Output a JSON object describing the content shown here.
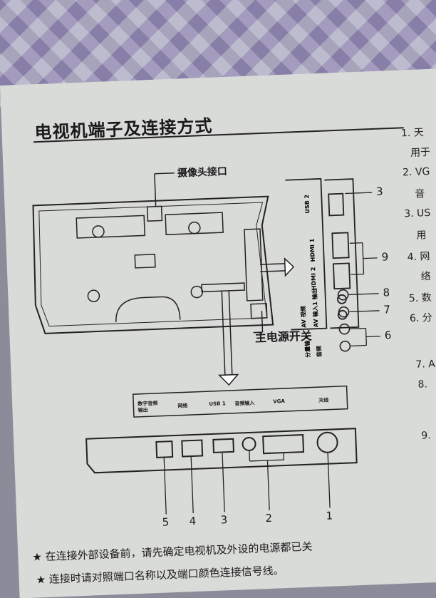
{
  "title": "电视机端子及连接方式",
  "callouts": {
    "camera": "摄像头接口",
    "power": "主电源开关"
  },
  "side_panel": {
    "port_labels": [
      "USB 2",
      "HDMI 1",
      "HDMI 2",
      "AV 输入1 输出",
      "AV 视频",
      "分量输入",
      "音频"
    ],
    "numbers": [
      "3",
      "9",
      "8",
      "7",
      "6"
    ]
  },
  "bottom_panel": {
    "port_labels": [
      "数字音频输出",
      "网络",
      "USB 1",
      "音频输入",
      "VGA",
      "天线"
    ],
    "numbers": [
      "5",
      "4",
      "3",
      "2",
      "1"
    ]
  },
  "right_column": [
    "1. 天",
    "用于",
    "2. VG",
    "音",
    "3. US",
    "用",
    "4. 网",
    "络",
    "5. 数",
    "6. 分",
    "7. A",
    "8.",
    "9."
  ],
  "notes": [
    "在连接外部设备前，请先确定电视机及外设的电源都已关",
    "连接时请对照端口名称以及端口颜色连接信号线。"
  ]
}
